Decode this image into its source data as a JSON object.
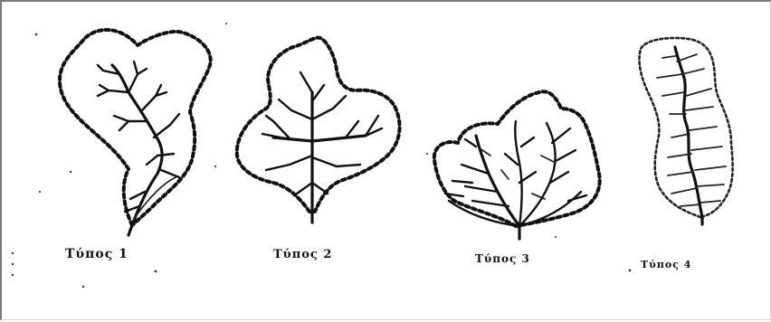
{
  "figure": {
    "labels": [
      "Τύπος 1",
      "Τύπος 2",
      "Τύπος 3",
      "Τύπος 4"
    ]
  }
}
